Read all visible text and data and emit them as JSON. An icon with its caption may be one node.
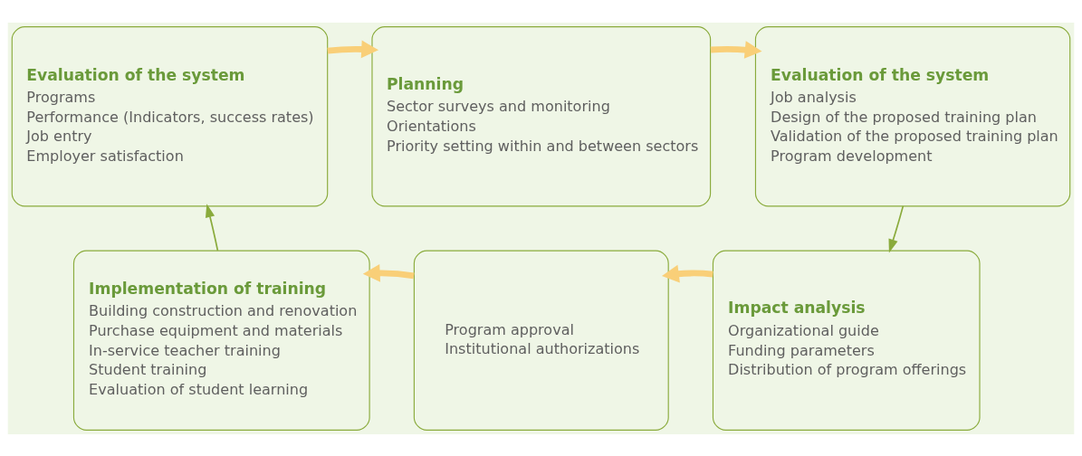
{
  "diagram": {
    "nodes": [
      {
        "text": [
          "Evaluation of the system",
          "Programs",
          "Performance (Indicators, success rates)",
          "Job entry",
          "Employer satisfaction"
        ]
      },
      {
        "text": [
          "Planning",
          "Sector surveys and monitoring",
          "Orientations",
          "Priority setting within and between sectors"
        ]
      },
      {
        "text": [
          "Evaluation of the system",
          "Job analysis",
          "Design of the proposed training plan",
          "Validation of the proposed training plan",
          "Program development"
        ]
      },
      {
        "text": [
          "Implementation of training",
          "Building construction and renovation",
          "Purchase equipment and materials",
          "In-service teacher training",
          "Student training",
          "Evaluation of student learning"
        ]
      },
      {
        "text": [
          "Program approval",
          "Institutional authorizations"
        ]
      },
      {
        "text": [
          "Impact analysis",
          "Organizational guide",
          "Funding parameters",
          "Distribution of program offerings"
        ]
      }
    ],
    "edges": [
      {
        "from": 0,
        "to": 1,
        "arrow": "to"
      },
      {
        "from": 1,
        "to": 2,
        "arrow": "to"
      },
      {
        "from": 2,
        "to": 5,
        "arrow": "to",
        "color": "#8aab3c"
      },
      {
        "from": 5,
        "to": 4,
        "arrow": "to"
      },
      {
        "from": 4,
        "to": 3,
        "arrow": "to"
      },
      {
        "from": 3,
        "to": 0,
        "arrow": "to",
        "color": "#8aab3c"
      }
    ]
  }
}
